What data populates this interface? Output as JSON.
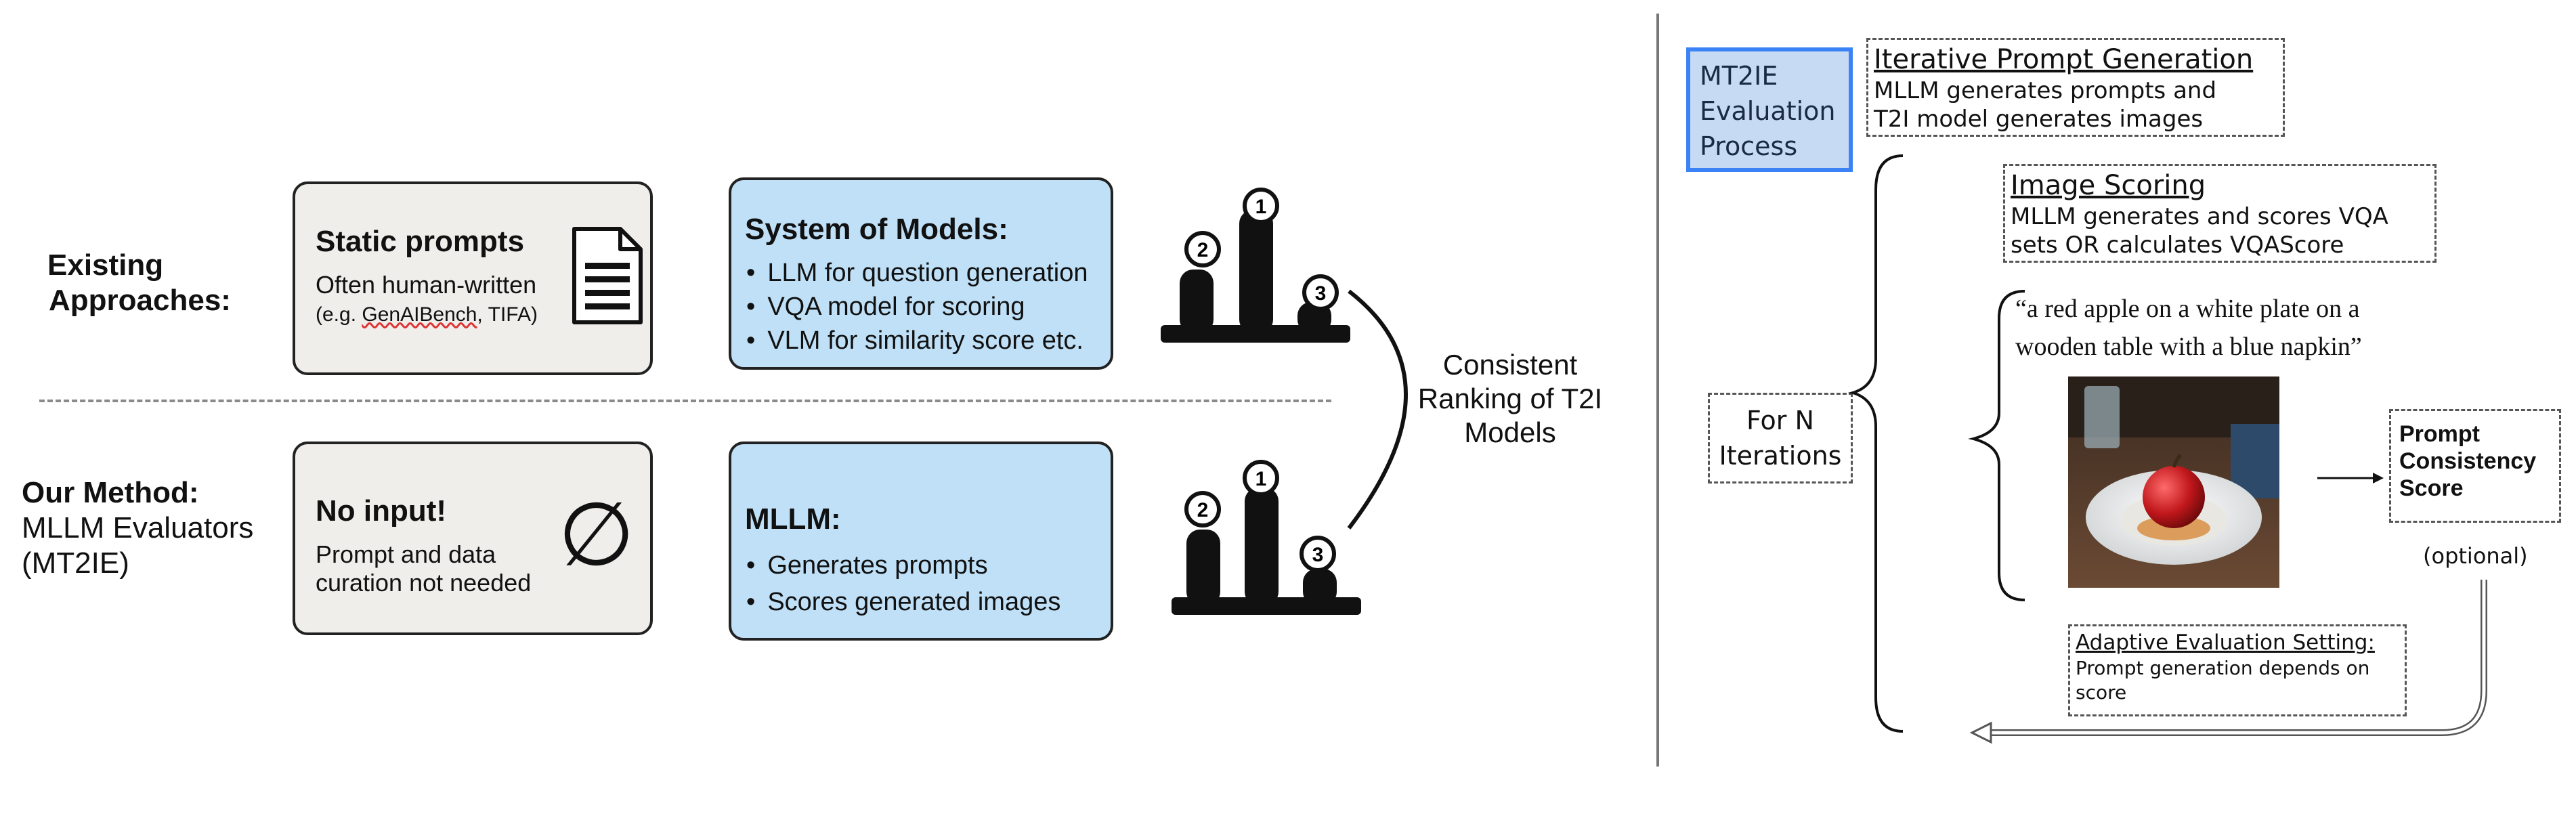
{
  "left_panel": {
    "existing_label": [
      "Existing",
      "Approaches:"
    ],
    "our_label": {
      "title": "Our Method:",
      "line2": "MLLM Evaluators",
      "line3": "(MT2IE)"
    },
    "static_box": {
      "title": "Static prompts",
      "sub": "Often human-written",
      "example_prefix": "(e.g. ",
      "example_genaibench": "GenAIBench",
      "example_suffix": ", TIFA)",
      "icon": "document-icon"
    },
    "system_box": {
      "title": "System of Models:",
      "bullets": [
        "LLM for question generation",
        "VQA model for scoring",
        "VLM for similarity score etc."
      ]
    },
    "noinput_box": {
      "title": "No input!",
      "sub1": "Prompt and data",
      "sub2": "curation not needed",
      "icon_glyph": "∅"
    },
    "mllm_box": {
      "title": "MLLM:",
      "bullets": [
        "Generates prompts",
        "Scores generated images"
      ]
    },
    "podium_ranks": [
      "2",
      "1",
      "3"
    ],
    "consistent": [
      "Consistent",
      "Ranking of T2I",
      "Models"
    ]
  },
  "right_panel": {
    "process_label": [
      "MT2IE",
      "Evaluation",
      "Process"
    ],
    "iterative": {
      "title": "Iterative Prompt Generation",
      "text": [
        "MLLM generates prompts and",
        "T2I model generates images"
      ]
    },
    "scoring": {
      "title": "Image Scoring",
      "text": [
        "MLLM generates and scores VQA",
        "sets OR calculates VQAScore"
      ]
    },
    "quote": [
      "“a red apple on a white plate on a",
      "wooden table with a blue napkin”"
    ],
    "iterations": [
      "For N",
      "Iterations"
    ],
    "score_label": [
      "Prompt",
      "Consistency",
      "Score"
    ],
    "optional": "(optional)",
    "adaptive": {
      "title": "Adaptive Evaluation Setting:",
      "text": [
        "Prompt generation depends on",
        "score"
      ]
    }
  },
  "colors": {
    "blue_box": "#bfe0f7",
    "grey_box": "#efeeea",
    "process_fill": "#c6daf3",
    "process_border": "#3b82f6"
  }
}
